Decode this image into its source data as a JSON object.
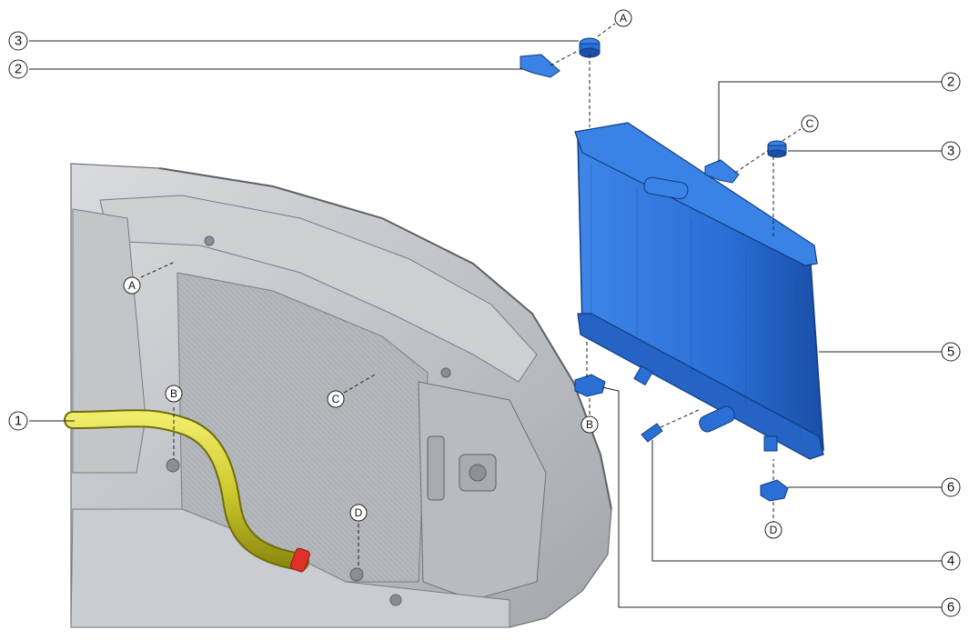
{
  "callouts": {
    "c3_top": "3",
    "c2_top": "2",
    "c2_right": "2",
    "c3_right": "3",
    "c1_left": "1",
    "c5_right": "5",
    "c6_right_upper": "6",
    "c4_right": "4",
    "c6_right_lower": "6"
  },
  "reference_letters": {
    "a_top": "A",
    "c_top": "C",
    "b_lower": "B",
    "d_lower": "D",
    "a_body": "A",
    "b_body": "B",
    "c_body": "C",
    "d_body": "D"
  },
  "colors": {
    "radiator_blue": "#2a6fd6",
    "radiator_dark": "#1a4fa8",
    "hose_yellow": "#d6d23a",
    "hose_clamp_red": "#e0302a",
    "vehicle_gray": "#bfc1c4",
    "vehicle_dark": "#8d9094",
    "leader_line": "#222222"
  }
}
